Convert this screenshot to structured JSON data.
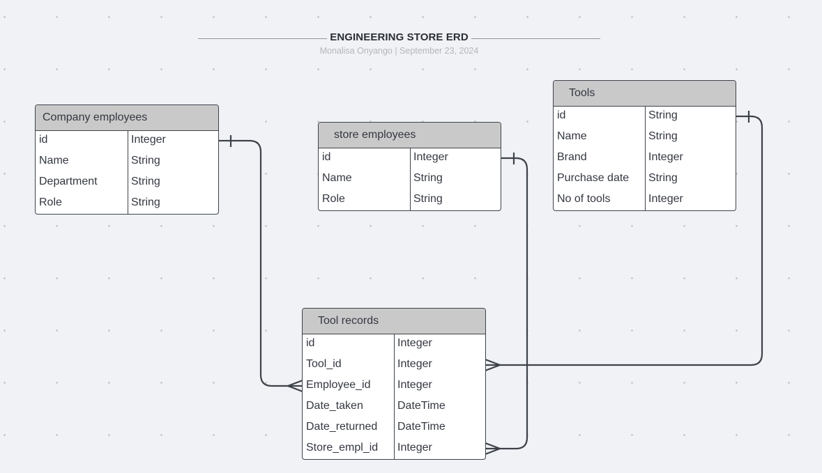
{
  "header": {
    "title": "ENGINEERING STORE ERD",
    "subtitle": "Monalisa Onyango  |  September 23, 2024"
  },
  "entities": {
    "company_employees": {
      "title": "Company employees",
      "rows": [
        {
          "name": "id",
          "type": "Integer"
        },
        {
          "name": "Name",
          "type": "String"
        },
        {
          "name": "Department",
          "type": "String"
        },
        {
          "name": "Role",
          "type": "String"
        }
      ]
    },
    "store_employees": {
      "title": "store employees",
      "rows": [
        {
          "name": "id",
          "type": "Integer"
        },
        {
          "name": "Name",
          "type": "String"
        },
        {
          "name": "Role",
          "type": "String"
        }
      ]
    },
    "tools": {
      "title": "Tools",
      "rows": [
        {
          "name": "id",
          "type": "String"
        },
        {
          "name": "Name",
          "type": "String"
        },
        {
          "name": "Brand",
          "type": "Integer"
        },
        {
          "name": "Purchase date",
          "type": "String"
        },
        {
          "name": "No of tools",
          "type": "Integer"
        }
      ]
    },
    "tool_records": {
      "title": "Tool records",
      "rows": [
        {
          "name": "id",
          "type": "Integer"
        },
        {
          "name": "Tool_id",
          "type": "Integer"
        },
        {
          "name": "Employee_id",
          "type": "Integer"
        },
        {
          "name": "Date_taken",
          "type": "DateTime"
        },
        {
          "name": "Date_returned",
          "type": "DateTime"
        },
        {
          "name": "Store_empl_id",
          "type": "Integer"
        }
      ]
    }
  },
  "relationships": [
    {
      "from": "company_employees.id",
      "to": "tool_records.Employee_id",
      "from_cardinality": "one",
      "to_cardinality": "many"
    },
    {
      "from": "store_employees.id",
      "to": "tool_records.Store_empl_id",
      "from_cardinality": "one",
      "to_cardinality": "many"
    },
    {
      "from": "tools.id",
      "to": "tool_records.Tool_id",
      "from_cardinality": "one",
      "to_cardinality": "many"
    }
  ],
  "colors": {
    "canvas": "#f1f2f5",
    "entity_header": "#c9c9c9",
    "line": "#3d4149"
  }
}
